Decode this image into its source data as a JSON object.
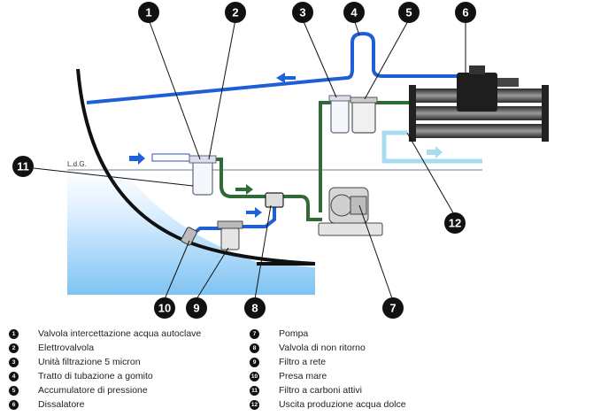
{
  "diagram": {
    "waterline_label": "L.d.G.",
    "colors": {
      "blue_pipe": "#1f5fd6",
      "green_pipe": "#2e6b36",
      "light_blue_pipe": "#a8dcef",
      "arrow_blue": "#1e62d8",
      "badge": "#111111"
    },
    "callouts": [
      {
        "num": "1"
      },
      {
        "num": "2"
      },
      {
        "num": "3"
      },
      {
        "num": "4"
      },
      {
        "num": "5"
      },
      {
        "num": "6"
      },
      {
        "num": "7"
      },
      {
        "num": "8"
      },
      {
        "num": "9"
      },
      {
        "num": "10"
      },
      {
        "num": "11"
      },
      {
        "num": "12"
      }
    ]
  },
  "legend": {
    "items": [
      {
        "num": "1",
        "label": "Valvola intercettazione acqua autoclave"
      },
      {
        "num": "2",
        "label": "Elettrovalvola"
      },
      {
        "num": "3",
        "label": "Unità filtrazione 5 micron"
      },
      {
        "num": "4",
        "label": "Tratto di tubazione a gomito"
      },
      {
        "num": "5",
        "label": "Accumulatore di pressione"
      },
      {
        "num": "6",
        "label": "Dissalatore"
      },
      {
        "num": "7",
        "label": "Pompa"
      },
      {
        "num": "8",
        "label": "Valvola di non ritorno"
      },
      {
        "num": "9",
        "label": "Filtro a rete"
      },
      {
        "num": "10",
        "label": "Presa mare"
      },
      {
        "num": "11",
        "label": "Filtro a carboni attivi"
      },
      {
        "num": "12",
        "label": "Uscita produzione acqua dolce"
      }
    ]
  }
}
